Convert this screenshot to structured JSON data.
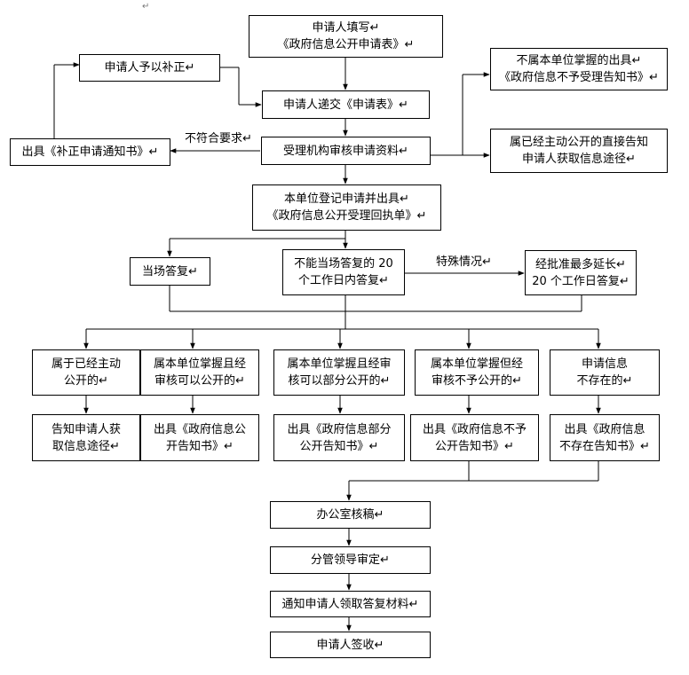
{
  "boxes": {
    "fill_form": "申请人填写↵\n《政府信息公开申请表》↵",
    "supplement": "申请人予以补正↵",
    "submit": "申请人递交《申请表》↵",
    "correction_notice": "出具《补正申请通知书》↵",
    "review": "受理机构审核申请资料↵",
    "not_held": "不属本单位掌握的出具↵\n《政府信息不予受理告知书》↵",
    "already_public": "属已经主动公开的直接告知\n申请人获取信息途径↵",
    "register": "本单位登记申请并出具↵\n《政府信息公开受理回执单》↵",
    "reply_now": "当场答复↵",
    "reply_20": "不能当场答复的 20\n个工作日内答复↵",
    "extend": "经批准最多延长↵\n20 个工作日答复↵",
    "cat_public": "属于已经主动\n公开的↵",
    "cat_can_public": "属本单位掌握且经\n审核可以公开的↵",
    "cat_partial": "属本单位掌握且经审\n核可以部分公开的↵",
    "cat_refuse": "属本单位掌握但经\n审核不予公开的↵",
    "cat_none": "申请信息\n不存在的↵",
    "out_public": "告知申请人获\n取信息途径↵",
    "out_can_public": "出具《政府信息公\n开告知书》↵",
    "out_partial": "出具《政府信息部分\n公开告知书》↵",
    "out_refuse": "出具《政府信息不予\n公开告知书》↵",
    "out_none": "出具《政府信息\n不存在告知书》↵",
    "office_review": "办公室核稿↵",
    "leader_approve": "分管领导审定↵",
    "notify": "通知申请人领取答复材料↵",
    "sign": "申请人签收↵"
  },
  "labels": {
    "not_compliant": "不符合要求↵",
    "special": "特殊情况↵"
  },
  "top_mark": "↵"
}
